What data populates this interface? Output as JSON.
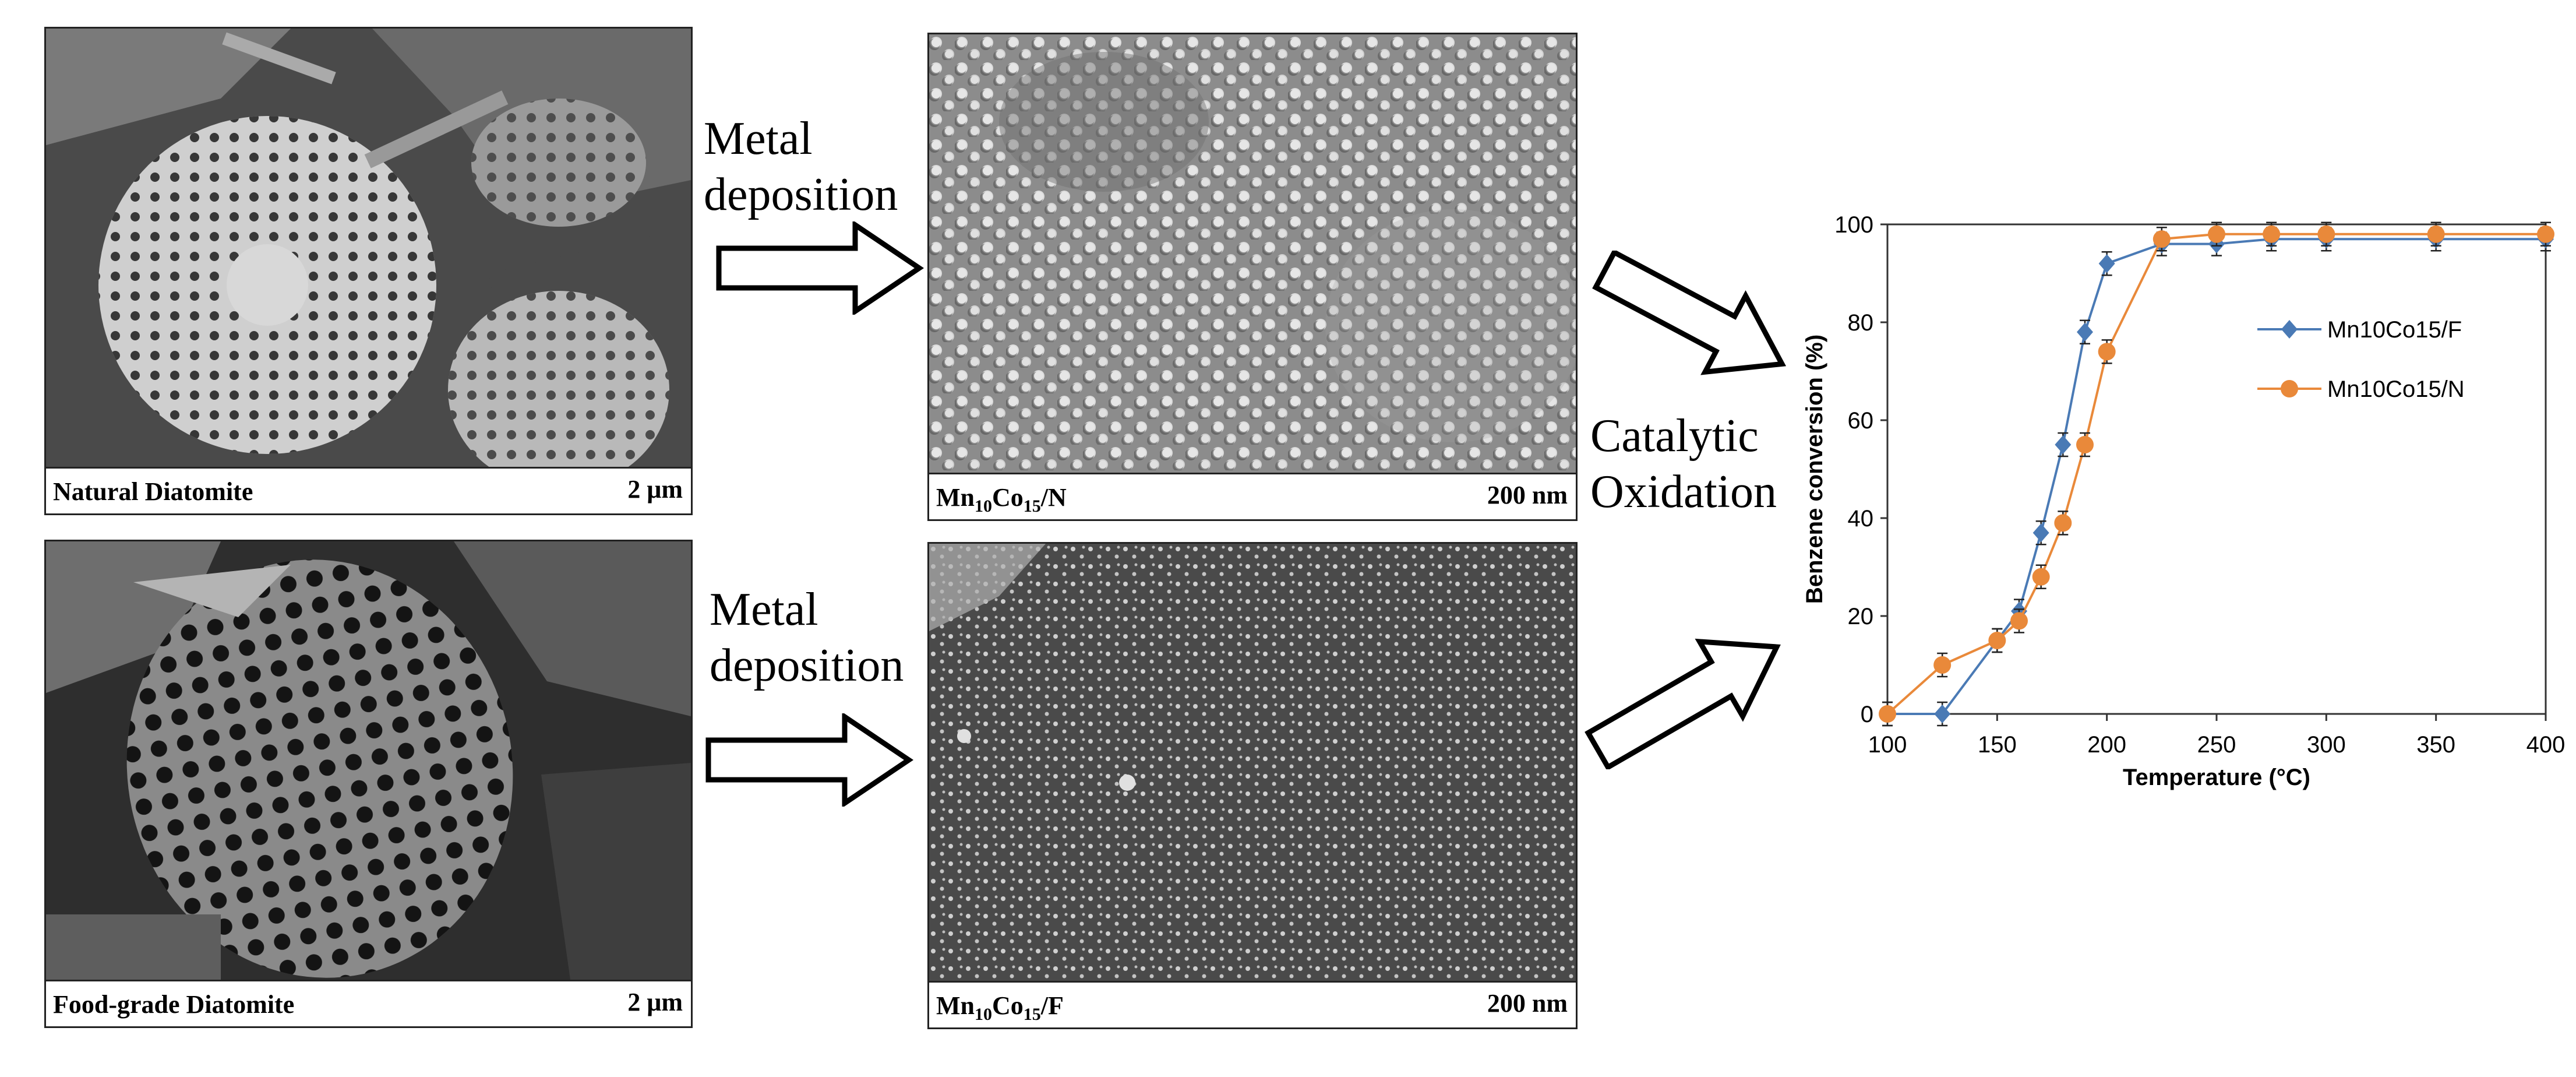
{
  "panels": {
    "natural": {
      "label": "Natural Diatomite",
      "scale": "2 μm"
    },
    "food": {
      "label": "Food-grade Diatomite",
      "scale": "2 μm"
    },
    "mn_n": {
      "label_main": "Mn",
      "sub1": "10",
      "label_mid": "Co",
      "sub2": "15",
      "label_end": "/N",
      "scale": "200 nm"
    },
    "mn_f": {
      "label_main": "Mn",
      "sub1": "10",
      "label_mid": "Co",
      "sub2": "15",
      "label_end": "/F",
      "scale": "200 nm"
    }
  },
  "steps": {
    "top": {
      "line1": "Metal",
      "line2": "deposition"
    },
    "bottom": {
      "line1": "Metal",
      "line2": "deposition"
    },
    "catalytic": {
      "line1": "Catalytic",
      "line2": "Oxidation"
    }
  },
  "colors": {
    "series_f": "#4a7ab5",
    "series_n": "#e9893a"
  },
  "chart_data": {
    "type": "line",
    "xlabel": "Temperature (°C)",
    "ylabel": "Benzene conversion (%)",
    "xlim": [
      100,
      400
    ],
    "ylim": [
      0,
      100
    ],
    "xticks": [
      100,
      150,
      200,
      250,
      300,
      350,
      400
    ],
    "yticks": [
      0,
      20,
      40,
      60,
      80,
      100
    ],
    "legend_position": "center-right",
    "grid": false,
    "series": [
      {
        "name": "Mn10Co15/F",
        "marker": "diamond",
        "color": "#4a7ab5",
        "x": [
          100,
          125,
          150,
          160,
          170,
          180,
          190,
          200,
          225,
          250,
          275,
          300,
          350,
          400
        ],
        "y": [
          0,
          0,
          15,
          21,
          37,
          55,
          78,
          92,
          96,
          96,
          97,
          97,
          97,
          97
        ]
      },
      {
        "name": "Mn10Co15/N",
        "marker": "circle",
        "color": "#e9893a",
        "x": [
          100,
          125,
          150,
          160,
          170,
          180,
          190,
          200,
          225,
          250,
          275,
          300,
          350,
          400
        ],
        "y": [
          0,
          10,
          15,
          19,
          28,
          39,
          55,
          74,
          97,
          98,
          98,
          98,
          98,
          98
        ]
      }
    ]
  }
}
